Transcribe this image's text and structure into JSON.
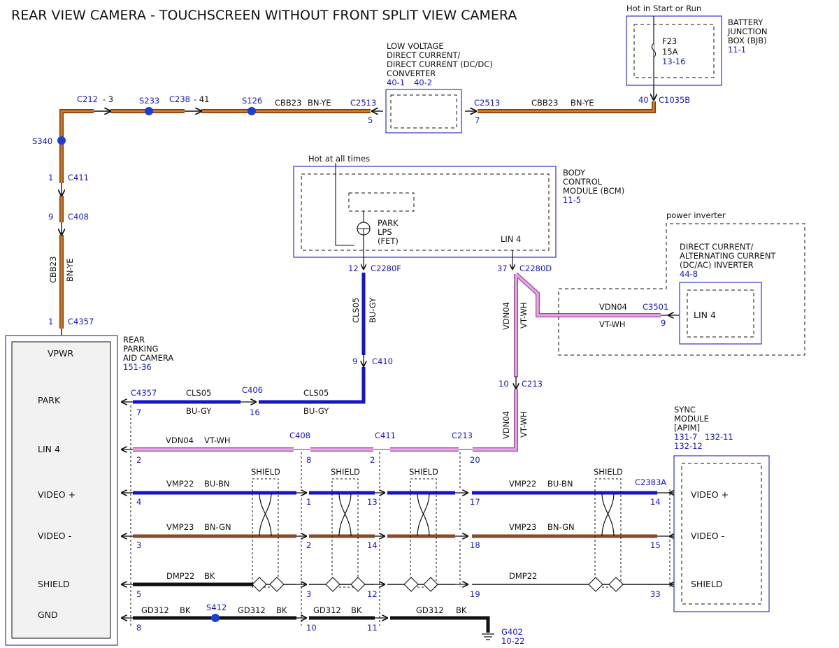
{
  "title": "REAR VIEW CAMERA - TOUCHSCREEN WITHOUT FRONT SPLIT VIEW CAMERA",
  "colors": {
    "bn_ye_core": "#d97a1f",
    "bn_ye_edge": "#7a3b10",
    "cls05": "#1414c8",
    "vdn04": "#e6a6e6",
    "vdn04_edge": "#9a4c9a",
    "vmp22": "#1414c8",
    "vmp23": "#8a4a2a",
    "black": "#111111",
    "box_blue": "#3333cc",
    "splice": "#1a3fd6"
  },
  "components": {
    "rear_camera": {
      "name_lines": [
        "REAR",
        "PARKING",
        "AID CAMERA"
      ],
      "ref": "151-36",
      "pins": {
        "vpwr": "VPWR",
        "park": "PARK",
        "lin4": "LIN 4",
        "video_plus": "VIDEO +",
        "video_minus": "VIDEO -",
        "shield": "SHIELD",
        "gnd": "GND"
      }
    },
    "bjb": {
      "name_lines": [
        "BATTERY",
        "JUNCTION",
        "BOX (BJB)"
      ],
      "ref": "11-1",
      "hot_label": "Hot in Start or Run",
      "fuse_id": "F23",
      "fuse_rating": "15A",
      "fuse_ref": "13-16"
    },
    "dcdc": {
      "name_lines": [
        "LOW VOLTAGE",
        "DIRECT CURRENT/",
        "DIRECT CURRENT (DC/DC)",
        "CONVERTER"
      ],
      "ref1": "40-1",
      "ref2": "40-2"
    },
    "bcm": {
      "name_lines": [
        "BODY",
        "CONTROL",
        "MODULE (BCM)"
      ],
      "ref": "11-5",
      "hot_label": "Hot at all times",
      "fet_lines": [
        "PARK",
        "LPS",
        "(FET)"
      ],
      "lin_label": "LIN 4"
    },
    "power_inverter": {
      "label": "power inverter",
      "name_lines": [
        "DIRECT CURRENT/",
        "ALTERNATING CURRENT",
        "(DC/AC) INVERTER"
      ],
      "ref": "44-8",
      "pin_label": "LIN 4"
    },
    "sync": {
      "name_lines": [
        "SYNC",
        "MODULE",
        "[APIM]"
      ],
      "ref1": "131-7",
      "ref2": "132-11",
      "ref3": "132-12",
      "pins": {
        "video_plus": "VIDEO +",
        "video_minus": "VIDEO -",
        "shield": "SHIELD"
      }
    },
    "ground": {
      "id": "G402",
      "ref": "10-22"
    }
  },
  "connectors": {
    "c212": "C212",
    "c212_pin": "- 3",
    "c238": "C238",
    "c238_pin": "- 41",
    "c2513": "C2513",
    "c2513_left_pin": "5",
    "c2513_right_pin": "7",
    "c1035b": "C1035B",
    "c1035b_pin": "40",
    "c411": "C411",
    "c411_pin": "1",
    "c408": "C408",
    "c408_pin": "9",
    "c4357": "C4357",
    "c4357_pin": "1",
    "c2280f": "C2280F",
    "c2280f_pin": "12",
    "c2280d": "C2280D",
    "c2280d_pin": "37",
    "c410": "C410",
    "c410_pin": "9",
    "c3501": "C3501",
    "c3501_pin": "9",
    "c213": "C213",
    "c213_pin": "10",
    "c4357_park_pin": "7",
    "c406": "C406",
    "c406_pin": "16",
    "row_lin": {
      "p1": "2",
      "c408": "C408",
      "p2": "8",
      "c411": "C411",
      "p3": "2",
      "c213": "C213",
      "p4": "20"
    },
    "row_vplus": {
      "p1": "4",
      "p2": "1",
      "p3": "13",
      "p4": "17",
      "c2383a": "C2383A",
      "p5": "14"
    },
    "row_vminus": {
      "p1": "3",
      "p2": "2",
      "p3": "14",
      "p4": "18",
      "p5": "15"
    },
    "row_shield": {
      "p1": "5",
      "p2": "3",
      "p3": "12",
      "p4": "19",
      "p5": "33"
    },
    "row_gnd": {
      "p1": "8",
      "p2": "10",
      "p3": "11"
    }
  },
  "splices": {
    "s233": "S233",
    "s126": "S126",
    "s340": "S340",
    "s412": "S412"
  },
  "wires": {
    "cbb23": "CBB23",
    "bn_ye": "BN-YE",
    "cls05": "CLS05",
    "bu_gy": "BU-GY",
    "vdn04": "VDN04",
    "vt_wh": "VT-WH",
    "vmp22": "VMP22",
    "bu_bn": "BU-BN",
    "vmp23": "VMP23",
    "bn_gn": "BN-GN",
    "dmp22": "DMP22",
    "bk": "BK",
    "gd312": "GD312",
    "shield": "SHIELD"
  }
}
